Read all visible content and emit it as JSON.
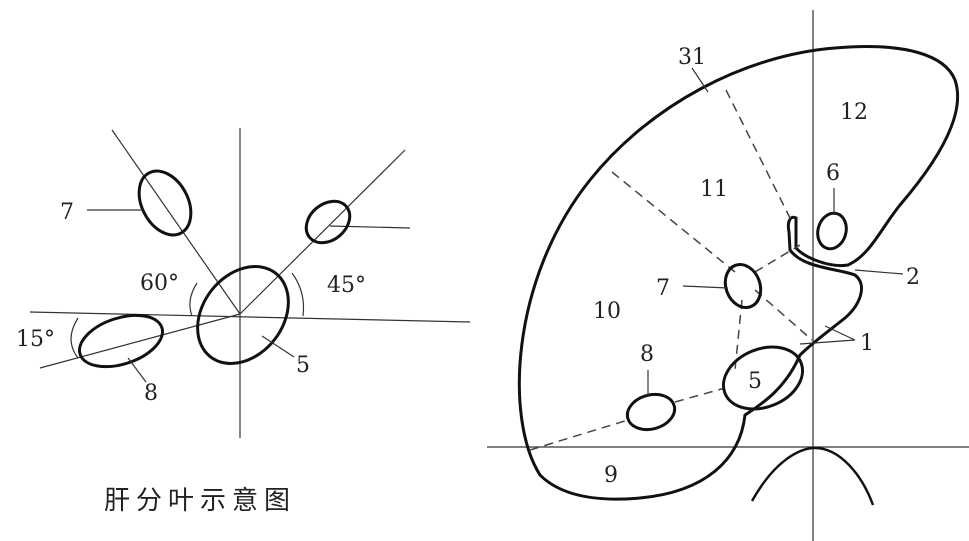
{
  "left_diagram": {
    "caption": "肝分叶示意图",
    "angles": {
      "a60": "60°",
      "a45": "45°",
      "a15": "15°"
    },
    "labels": {
      "l7": "7",
      "l5": "5",
      "l8": "8"
    }
  },
  "right_diagram": {
    "labels": {
      "l31": "31",
      "l12": "12",
      "l6": "6",
      "l11": "11",
      "l2": "2",
      "l7": "7",
      "l10": "10",
      "l1": "1",
      "l8": "8",
      "l5": "5",
      "l9": "9"
    }
  }
}
